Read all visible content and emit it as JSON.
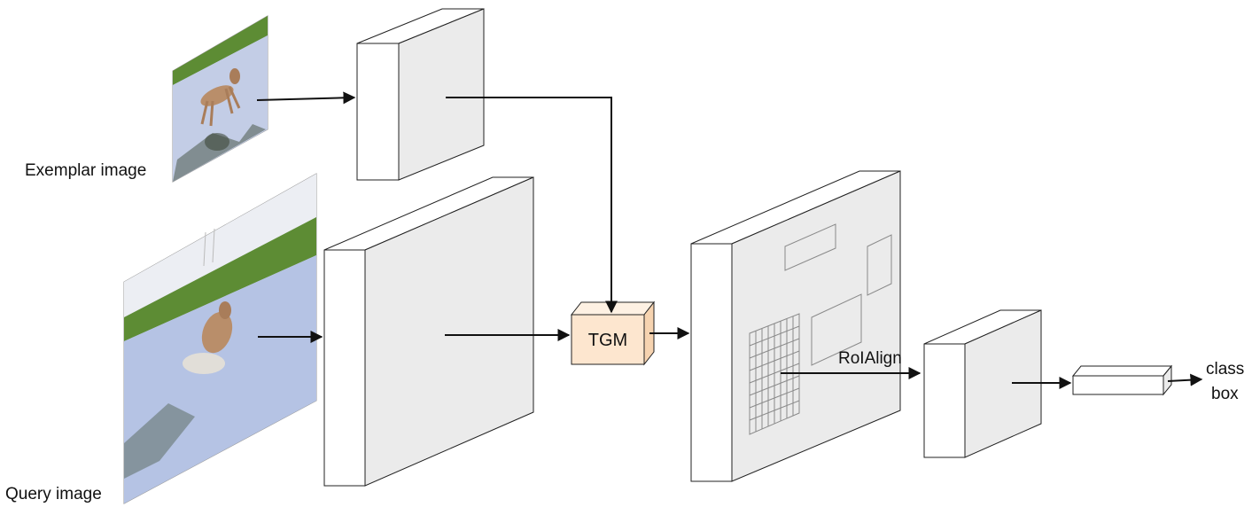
{
  "labels": {
    "exemplar": "Exemplar image",
    "query": "Query image",
    "tgm": "TGM",
    "roialign": "RoIAlign",
    "class": "class",
    "box": "box"
  },
  "colors": {
    "tgm_front": "#fde6cf",
    "tgm_top": "#fef1e3",
    "tgm_side": "#f6d3b0",
    "block_side": "#ebebeb",
    "water": "#b5c3e4",
    "grass": "#5d8c34",
    "sky": "#e9ecf2",
    "dog": "#b98e6a"
  },
  "icons": {
    "exemplar_photo": "dog-standing-in-water-photo",
    "query_photo": "dog-running-through-water-photo"
  }
}
